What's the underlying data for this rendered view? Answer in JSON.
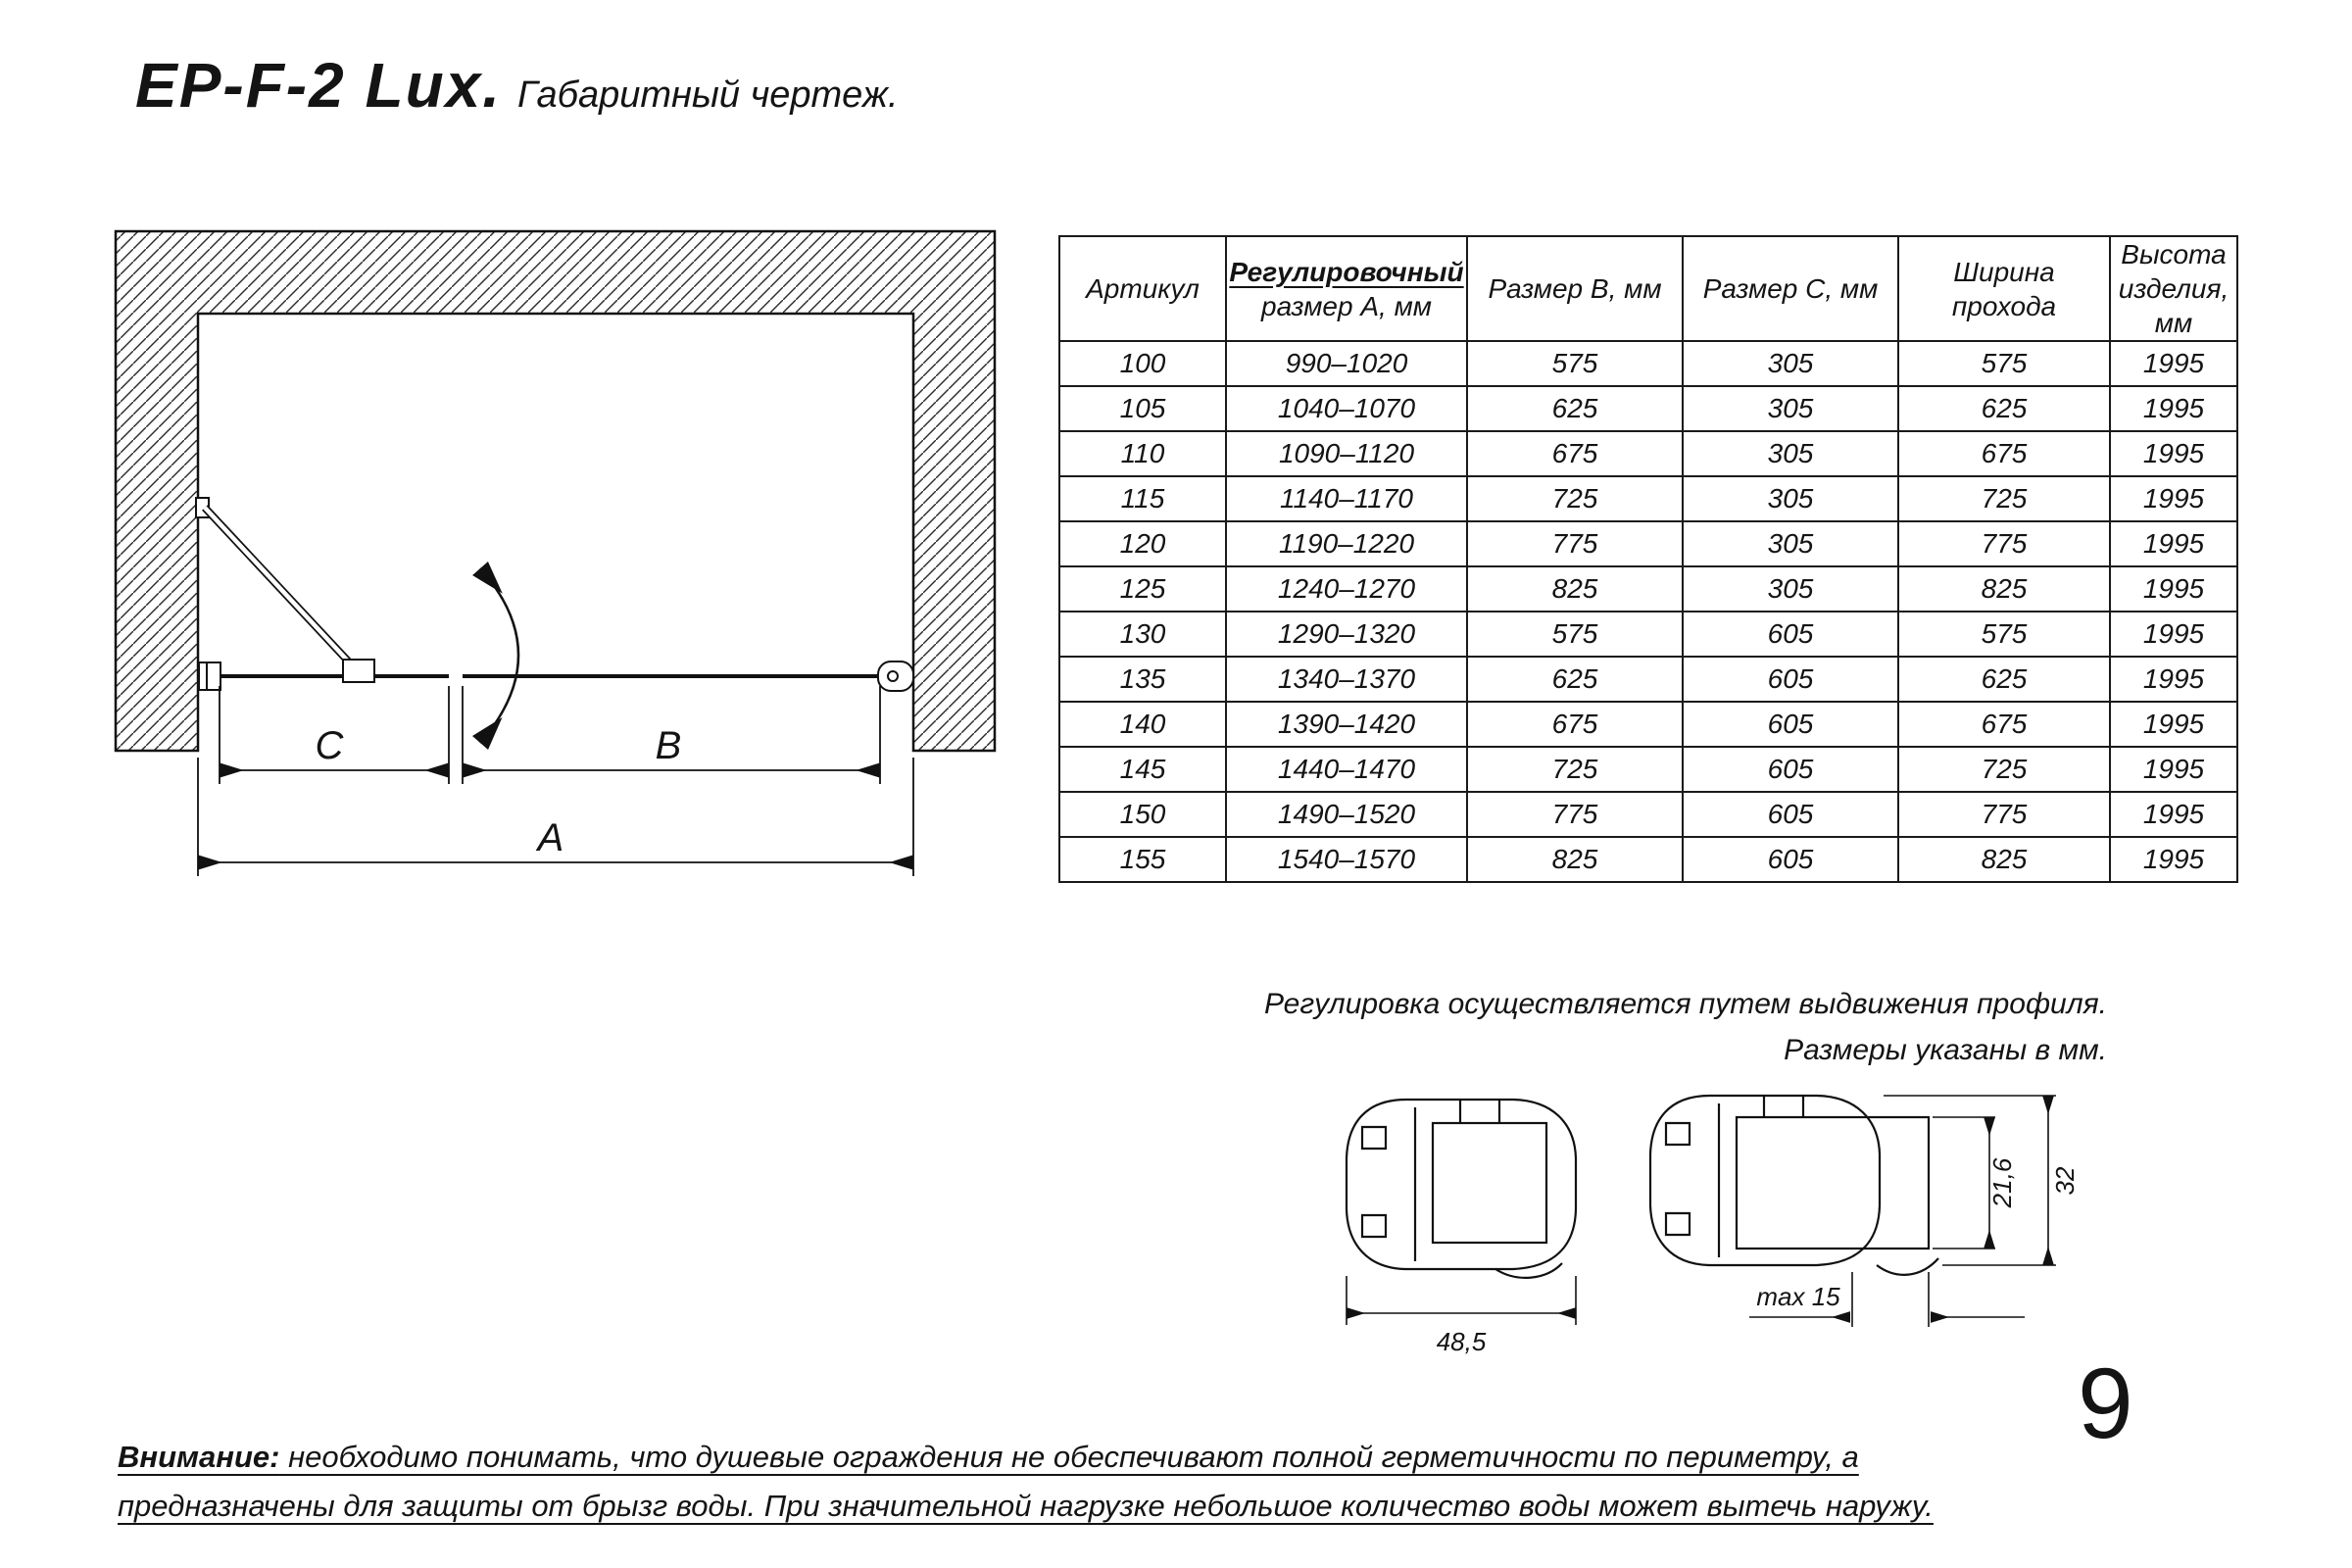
{
  "page": {
    "title_main": "EP-F-2 Lux.",
    "title_sub": "Габаритный чертеж.",
    "page_number": "9"
  },
  "drawing": {
    "dim_a": "A",
    "dim_b": "B",
    "dim_c": "C"
  },
  "table": {
    "headers": {
      "article": "Артикул",
      "size_a_line1": "Регулировочный",
      "size_a_line2": "размер A, мм",
      "size_b": "Размер B, мм",
      "size_c": "Размер C, мм",
      "pass_line1": "Ширина",
      "pass_line2": "прохода",
      "height_line1": "Высота",
      "height_line2": "изделия,",
      "height_line3": "мм"
    },
    "rows": [
      {
        "article": "100",
        "size_a": "990–1020",
        "size_b": "575",
        "size_c": "305",
        "pass": "575",
        "height": "1995"
      },
      {
        "article": "105",
        "size_a": "1040–1070",
        "size_b": "625",
        "size_c": "305",
        "pass": "625",
        "height": "1995"
      },
      {
        "article": "110",
        "size_a": "1090–1120",
        "size_b": "675",
        "size_c": "305",
        "pass": "675",
        "height": "1995"
      },
      {
        "article": "115",
        "size_a": "1140–1170",
        "size_b": "725",
        "size_c": "305",
        "pass": "725",
        "height": "1995"
      },
      {
        "article": "120",
        "size_a": "1190–1220",
        "size_b": "775",
        "size_c": "305",
        "pass": "775",
        "height": "1995"
      },
      {
        "article": "125",
        "size_a": "1240–1270",
        "size_b": "825",
        "size_c": "305",
        "pass": "825",
        "height": "1995"
      },
      {
        "article": "130",
        "size_a": "1290–1320",
        "size_b": "575",
        "size_c": "605",
        "pass": "575",
        "height": "1995"
      },
      {
        "article": "135",
        "size_a": "1340–1370",
        "size_b": "625",
        "size_c": "605",
        "pass": "625",
        "height": "1995"
      },
      {
        "article": "140",
        "size_a": "1390–1420",
        "size_b": "675",
        "size_c": "605",
        "pass": "675",
        "height": "1995"
      },
      {
        "article": "145",
        "size_a": "1440–1470",
        "size_b": "725",
        "size_c": "605",
        "pass": "725",
        "height": "1995"
      },
      {
        "article": "150",
        "size_a": "1490–1520",
        "size_b": "775",
        "size_c": "605",
        "pass": "775",
        "height": "1995"
      },
      {
        "article": "155",
        "size_a": "1540–1570",
        "size_b": "825",
        "size_c": "605",
        "pass": "825",
        "height": "1995"
      }
    ]
  },
  "notes": {
    "line1": "Регулировка осуществляется путем выдвижения профиля.",
    "line2": "Размеры указаны в мм."
  },
  "profiles": {
    "dim_width": "48,5",
    "dim_max": "max 15",
    "dim_inner": "21,6",
    "dim_outer": "32"
  },
  "warning": {
    "label": "Внимание:",
    "text": " необходимо понимать, что душевые ограждения не обеспечивают полной герметичности по периметру, а предназначены для защиты от брызг воды. При значительной нагрузке небольшое количество воды может вытечь наружу."
  }
}
